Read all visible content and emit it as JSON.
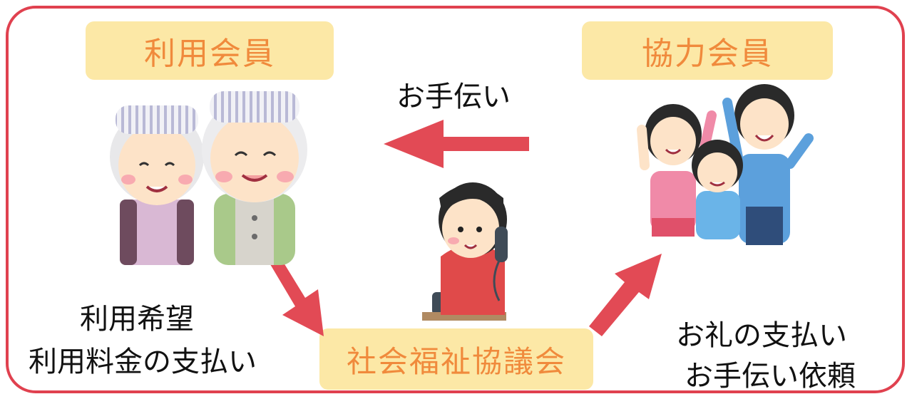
{
  "labels": {
    "user_member": "利用会員",
    "cooperating_member": "協力会員",
    "council": "社会福祉協議会"
  },
  "captions": {
    "help": "お手伝い",
    "user_line1": "利用希望",
    "user_line2": "利用料金の支払い",
    "coop_line1": "お礼の支払い",
    "coop_line2": "お手伝い依頼"
  },
  "colors": {
    "frame": "#e0414f",
    "arrow": "#e24a55",
    "label_bg": "#fce8a6",
    "label_text": "#f08a3c"
  },
  "figures": [
    "elderly-woman-icon",
    "elderly-man-icon",
    "operator-woman-icon",
    "family-icon"
  ]
}
